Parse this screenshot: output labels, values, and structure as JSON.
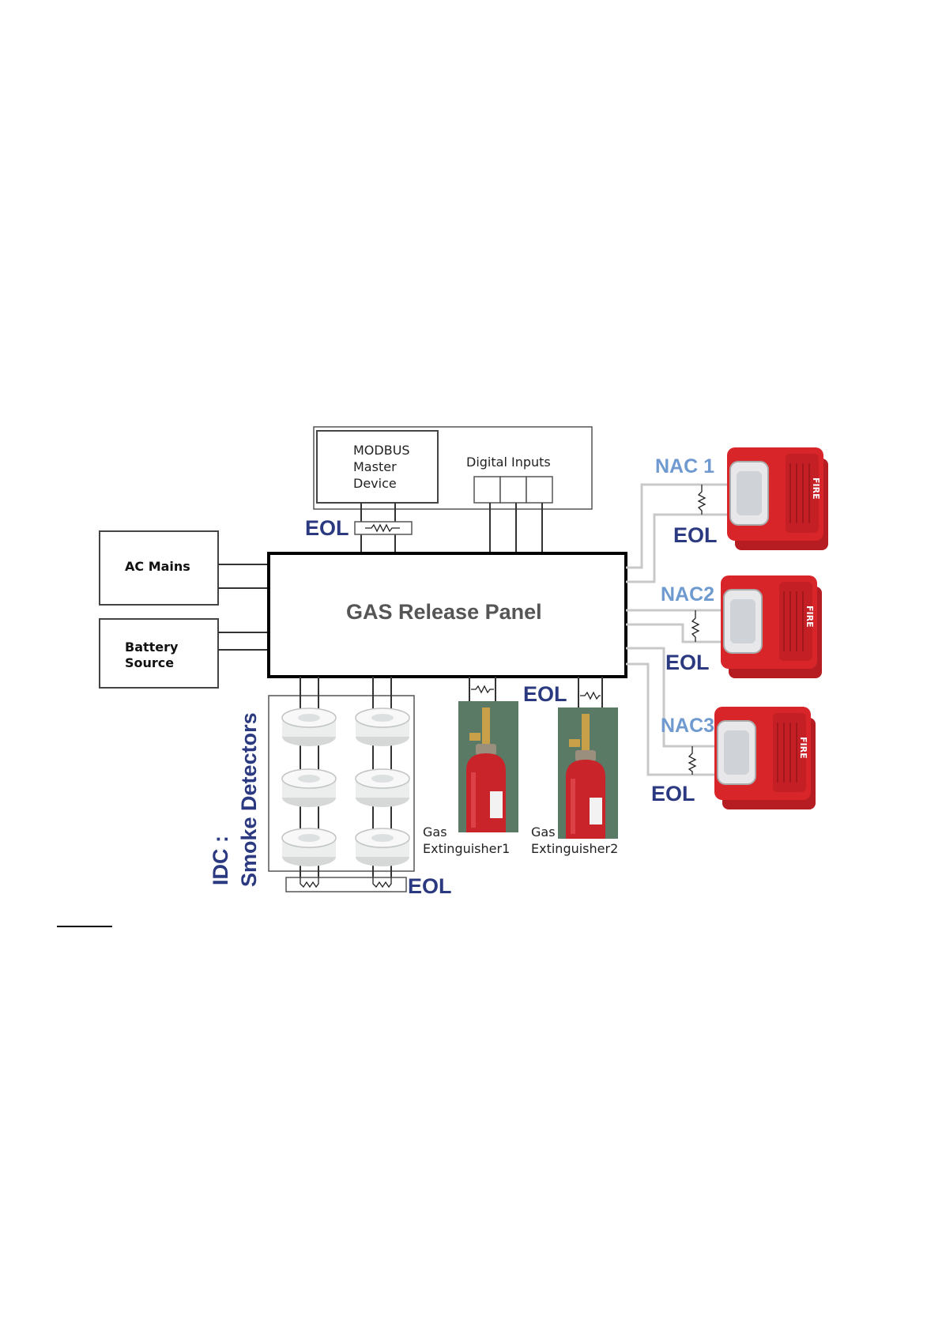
{
  "panel": {
    "title": "GAS Release Panel"
  },
  "modbus": {
    "line1": "MODBUS",
    "line2": "Master",
    "line3": "Device"
  },
  "digital_inputs": {
    "label": "Digital Inputs"
  },
  "ac_mains": {
    "label": "AC Mains"
  },
  "battery": {
    "line1": "Battery",
    "line2": "Source"
  },
  "eol_label": "EOL",
  "nac": {
    "nac1": "NAC 1",
    "nac2": "NAC2",
    "nac3": "NAC3"
  },
  "idc": {
    "line1": "IDC :",
    "line2": "Smoke Detectors"
  },
  "extinguishers": {
    "ext1": {
      "line1": "Gas",
      "line2": "Extinguisher1"
    },
    "ext2": {
      "line1": "Gas",
      "line2": "Extinguisher2"
    }
  },
  "strobe": {
    "fire_text": "FIRE"
  },
  "colors": {
    "eol_blue": "#2b3a80",
    "nac_blue": "#6f9ad0",
    "horn_red": "#d8252a",
    "cylinder_red": "#c8242a"
  }
}
